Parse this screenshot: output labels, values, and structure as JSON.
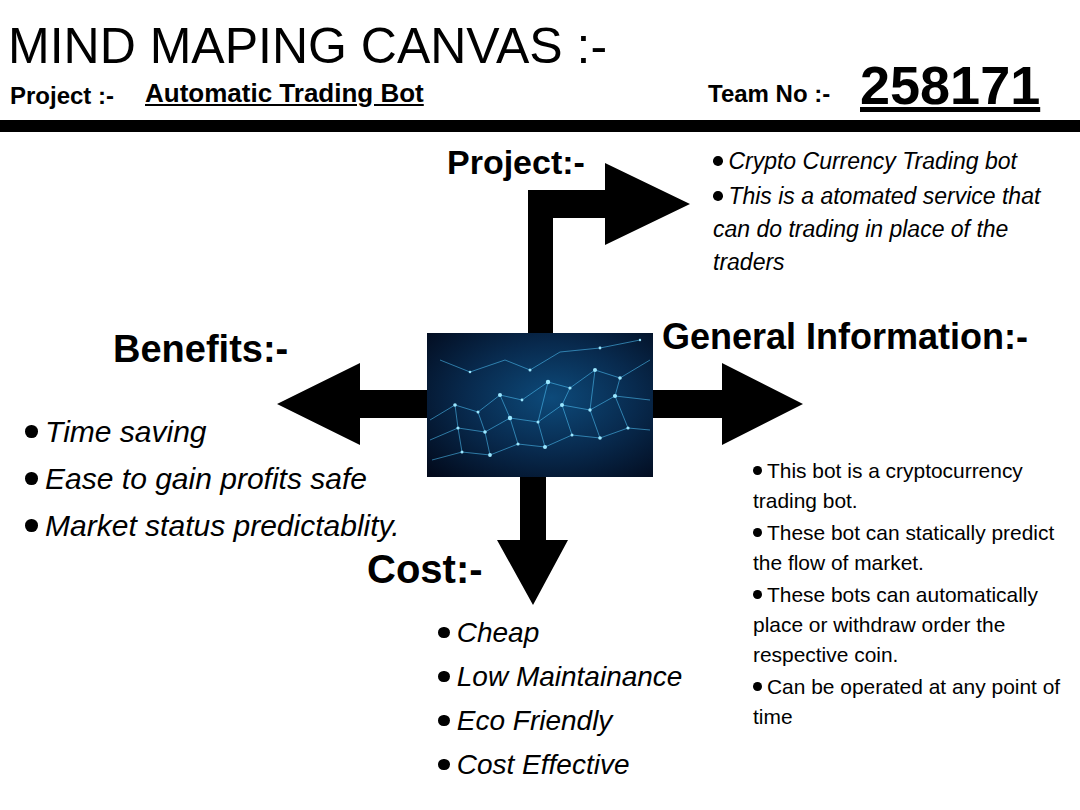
{
  "diagram": {
    "title": "MIND MAPING CANVAS :-",
    "labels": [
      "Project :-",
      "Automatic Trading Bot",
      "Team No :-",
      "258171",
      "Project:-",
      "Crypto Currency Trading bot",
      "This is a atomated service that can do trading in place of the traders",
      "General Information:-",
      "This bot is a cryptocurrency trading bot.",
      "These bot can statically predict the flow of market.",
      "These bots can automatically place or withdraw order the respective coin.",
      "Can be operated at any point of time",
      "Benefits:-",
      "Time saving",
      "Ease to gain profits safe",
      "Market status predictablity.",
      "Cost:-",
      "Cheap",
      "Low Maintainance",
      "Eco Friendly",
      "Cost Effective"
    ]
  }
}
